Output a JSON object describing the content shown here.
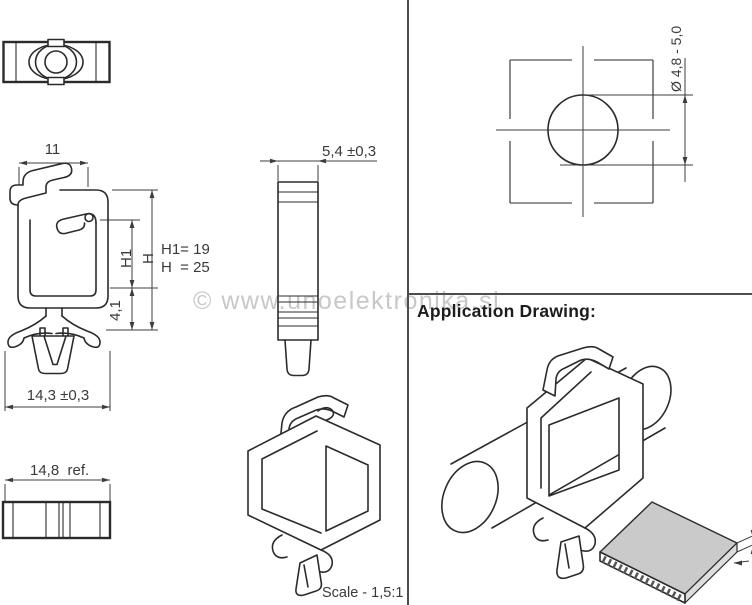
{
  "colors": {
    "line": "#2b2b2b",
    "dim": "#3c3c3c",
    "text": "#3a3a3a",
    "title": "#1c1c1c",
    "divider": "#4d4d4d",
    "watermark": "#c8c8c8",
    "panel": "#cacaca",
    "panel-side": "#dddddd"
  },
  "watermark": {
    "text": "© www.unoelektronika.si"
  },
  "front_view": {
    "dim_width": "11",
    "dim_h1_label": "H1",
    "dim_h_label": "H",
    "note_h1": "H1= 19",
    "note_h": "H  = 25",
    "dim_lower": "4,1",
    "dim_base": "14,3 ±0,3"
  },
  "side_view": {
    "dim_width": "5,4 ±0,3"
  },
  "bottom_view": {
    "dim_width": "14,8  ref."
  },
  "hole_view": {
    "dim_diameter": "Ø 4,8 - 5,0"
  },
  "application": {
    "title": "Application Drawing:"
  },
  "footer": {
    "scale": "Scale - 1,5:1"
  }
}
